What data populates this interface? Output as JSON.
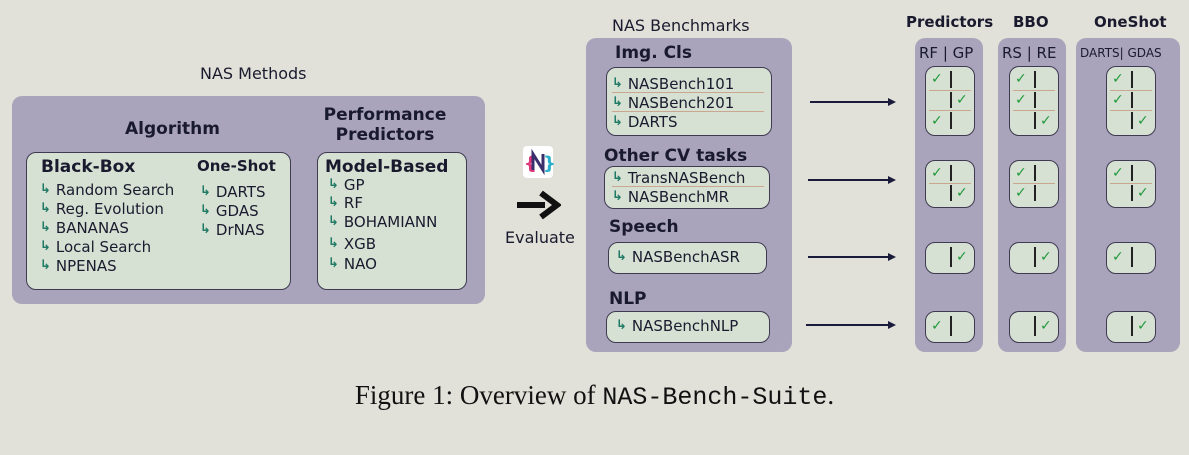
{
  "nas_methods": {
    "title": "NAS Methods",
    "algorithm_title": "Algorithm",
    "performance_predictors_title": "Performance\nPredictors",
    "blackbox": {
      "title": "Black-Box",
      "items": [
        "Random Search",
        "Reg. Evolution",
        "BANANAS",
        "Local Search",
        "NPENAS"
      ]
    },
    "oneshot": {
      "title": "One-Shot",
      "items": [
        "DARTS",
        "GDAS",
        "DrNAS"
      ]
    },
    "model_based": {
      "title": "Model-Based",
      "items": [
        "GP",
        "RF",
        "BOHAMIANN",
        "XGB",
        "NAO"
      ]
    }
  },
  "evaluate_label": "Evaluate",
  "benchmarks": {
    "title": "NAS Benchmarks",
    "img_cls": {
      "title": "Img. Cls",
      "items": [
        "NASBench101",
        "NASBench201",
        "DARTS"
      ]
    },
    "other_cv": {
      "title": "Other CV tasks",
      "items": [
        "TransNASBench",
        "NASBenchMR"
      ]
    },
    "speech": {
      "title": "Speech",
      "items": [
        "NASBenchASR"
      ]
    },
    "nlp": {
      "title": "NLP",
      "items": [
        "NASBenchNLP"
      ]
    }
  },
  "columns": {
    "predictors": {
      "title": "Predictors",
      "sub": "RF | GP"
    },
    "bbo": {
      "title": "BBO",
      "sub": "RS | RE"
    },
    "oneshot": {
      "title": "OneShot",
      "sub": "DARTS| GDAS"
    }
  },
  "checks": {
    "predictors": [
      [
        1,
        0
      ],
      [
        0,
        1
      ],
      [
        1,
        0
      ],
      [
        1,
        0
      ],
      [
        0,
        1
      ],
      [
        0,
        1
      ],
      [
        1,
        0
      ]
    ],
    "bbo": [
      [
        1,
        0
      ],
      [
        1,
        0
      ],
      [
        0,
        1
      ],
      [
        1,
        0
      ],
      [
        1,
        0
      ],
      [
        0,
        1
      ],
      [
        0,
        1
      ]
    ],
    "oneshot": [
      [
        1,
        0
      ],
      [
        1,
        0
      ],
      [
        0,
        1
      ],
      [
        1,
        0
      ],
      [
        0,
        1
      ],
      [
        1,
        0
      ],
      [
        0,
        1
      ]
    ]
  },
  "check_glyph": "✓",
  "caption": {
    "prefix": "Figure 1: Overview of ",
    "mono": "NAS-Bench-Suite",
    "suffix": "."
  },
  "colors": {
    "panel": "#a9a4bb",
    "box": "#d7e1d3",
    "check": "#1e9a3b",
    "arrow_glyph": "#1f7a65",
    "background": "#e1e1d9"
  }
}
